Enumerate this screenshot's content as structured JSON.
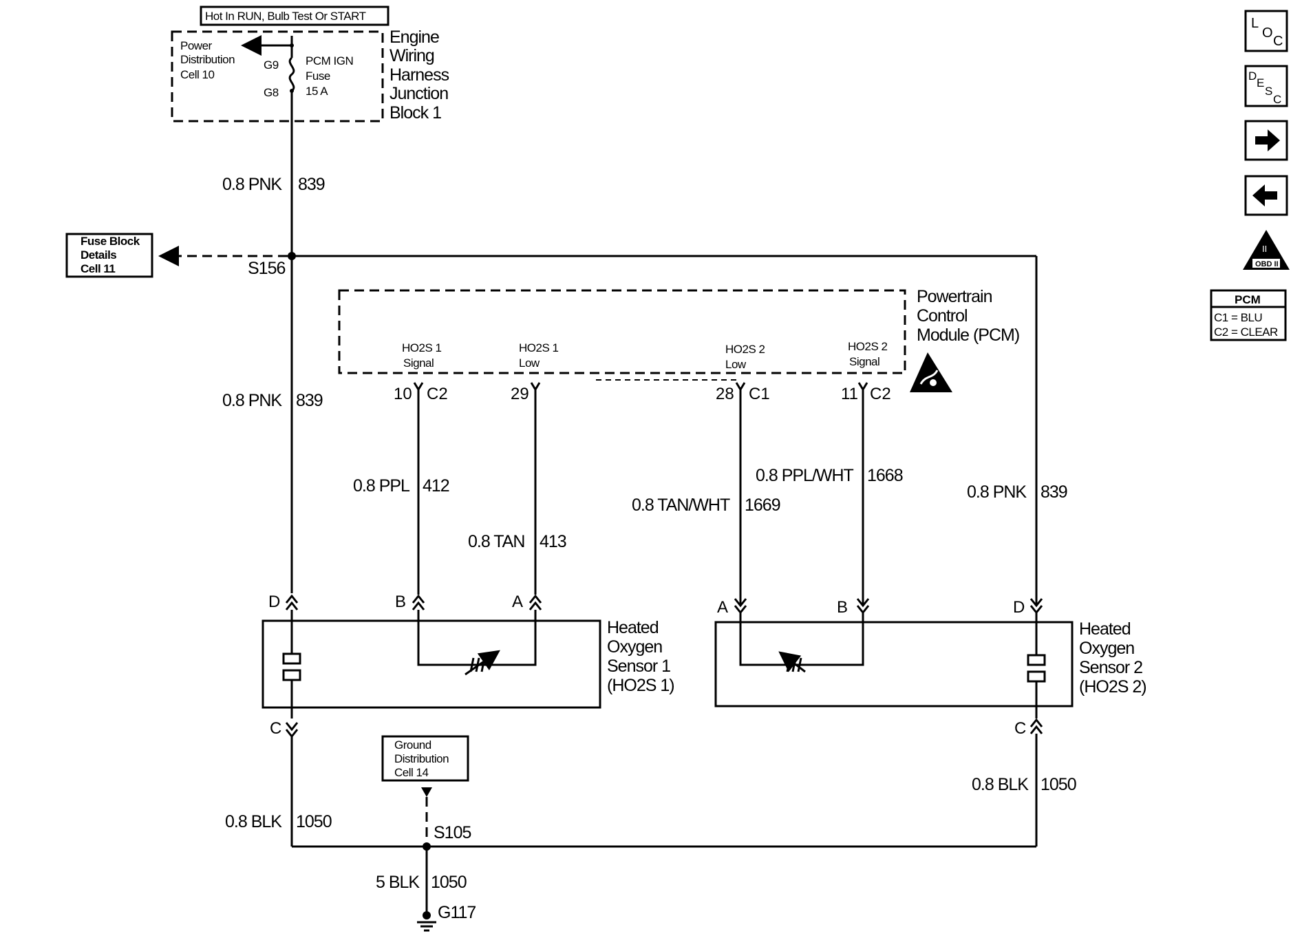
{
  "top_note": "Hot In RUN, Bulb Test Or START",
  "junction_block": {
    "title_lines": [
      "Engine",
      "Wiring",
      "Harness",
      "Junction",
      "Block 1"
    ],
    "power_dist_lines": [
      "Power",
      "Distribution",
      "Cell 10"
    ],
    "fuse_lines": [
      "PCM IGN",
      "Fuse",
      "15 A"
    ],
    "pin_top": "G9",
    "pin_bottom": "G8"
  },
  "fuse_block_ref_lines": [
    "Fuse Block",
    "Details",
    "Cell 11"
  ],
  "splices": {
    "s156": "S156",
    "s105": "S105",
    "g117": "G117"
  },
  "wires": {
    "pnk_top": {
      "size": "0.8 PNK",
      "circuit": "839"
    },
    "pnk_left": {
      "size": "0.8 PNK",
      "circuit": "839"
    },
    "pnk_right": {
      "size": "0.8 PNK",
      "circuit": "839"
    },
    "ppl": {
      "size": "0.8 PPL",
      "circuit": "412"
    },
    "tan": {
      "size": "0.8 TAN",
      "circuit": "413"
    },
    "tan_wht": {
      "size": "0.8 TAN/WHT",
      "circuit": "1669"
    },
    "ppl_wht": {
      "size": "0.8 PPL/WHT",
      "circuit": "1668"
    },
    "blk_left": {
      "size": "0.8 BLK",
      "circuit": "1050"
    },
    "blk_right": {
      "size": "0.8 BLK",
      "circuit": "1050"
    },
    "blk_ground": {
      "size": "5 BLK",
      "circuit": "1050"
    }
  },
  "pcm": {
    "title_lines": [
      "Powertrain",
      "Control",
      "Module (PCM)"
    ],
    "terminals": [
      {
        "label_lines": [
          "HO2S 1",
          "Signal"
        ],
        "pin": "10",
        "connector": "C2"
      },
      {
        "label_lines": [
          "HO2S 1",
          "Low"
        ],
        "pin": "29",
        "connector": ""
      },
      {
        "label_lines": [
          "HO2S 2",
          "Low"
        ],
        "pin": "28",
        "connector": "C1"
      },
      {
        "label_lines": [
          "HO2S 2",
          "Signal"
        ],
        "pin": "11",
        "connector": "C2"
      }
    ]
  },
  "sensor1": {
    "title_lines": [
      "Heated",
      "Oxygen",
      "Sensor 1",
      "(HO2S 1)"
    ],
    "pins": {
      "d": "D",
      "b": "B",
      "a": "A",
      "c": "C"
    }
  },
  "sensor2": {
    "title_lines": [
      "Heated",
      "Oxygen",
      "Sensor 2",
      "(HO2S 2)"
    ],
    "pins": {
      "a": "A",
      "b": "B",
      "d": "D",
      "c": "C"
    }
  },
  "ground_ref_lines": [
    "Ground",
    "Distribution",
    "Cell 14"
  ],
  "side_icons": {
    "loc": {
      "main": "L",
      "sub": "O",
      "sub2": "C"
    },
    "desc": {
      "main": "D",
      "sub": "E",
      "sub2": "S",
      "sub3": "C"
    },
    "obd_label": "OBD II",
    "obd_roman": "II"
  },
  "pcm_legend": {
    "title": "PCM",
    "lines": [
      "C1 = BLU",
      "C2 = CLEAR"
    ]
  }
}
